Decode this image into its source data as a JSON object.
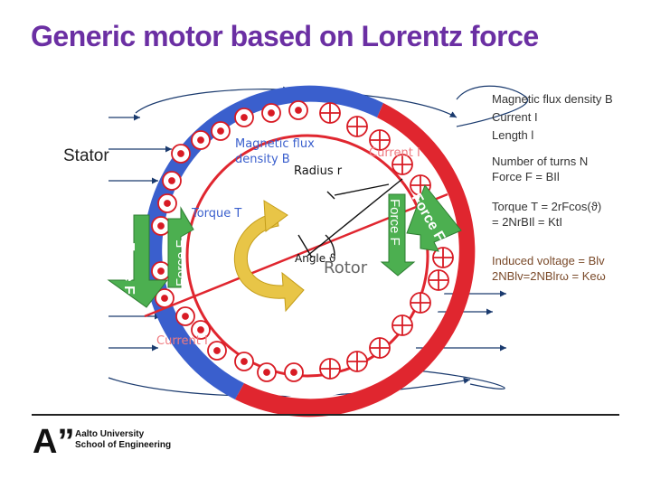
{
  "title": "Generic motor based on Lorentz force",
  "labels": {
    "stator": "Stator",
    "rotor": "Rotor",
    "magnetic_flux_line1": "Magnetic flux",
    "magnetic_flux_line2": "density B",
    "radius": "Radius r",
    "torque": "Torque T",
    "angle": "Angle ϑ",
    "current_bottom": "Current I",
    "current_top_right": "Current I",
    "force_left_1": "Force F",
    "force_left_2": "Force F",
    "force_right_1": "Force F",
    "force_right_2": "Force F"
  },
  "legend": {
    "flux": "Magnetic flux density B",
    "current": "Current I",
    "length": "Length l",
    "turns": "Number of turns N",
    "force": "Force F = BIl",
    "torque_line1": "Torque T = 2rFcos(ϑ)",
    "torque_line2": "= 2NrBIl = KtI",
    "induced_line1": "Induced voltage = Blv",
    "induced_line2": "2NBlv=2NBlrω = Keω"
  },
  "logo": {
    "mark": "A”",
    "line1": "Aalto University",
    "line2": "School of Engineering"
  },
  "colors": {
    "title": "#6b2fa3",
    "stator_blue": "#3a5fcd",
    "stator_red": "#e0262f",
    "arrow_green": "#4caf50",
    "torque_arrow": "#e8c547",
    "conductor_red": "#d81b24"
  }
}
